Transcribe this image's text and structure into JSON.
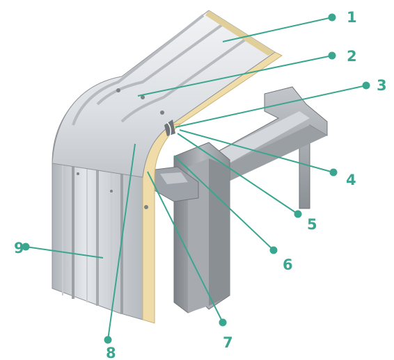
{
  "colors": {
    "accent": "#3aa68f",
    "panel_light": "#e6e8eb",
    "panel_mid": "#c9cdd2",
    "panel_dark": "#9da2a8",
    "insulation": "#f0dca8",
    "steel_light": "#b9bdc2",
    "steel_dark": "#6f7479"
  },
  "callouts": [
    {
      "label": "1"
    },
    {
      "label": "2"
    },
    {
      "label": "3"
    },
    {
      "label": "4"
    },
    {
      "label": "5"
    },
    {
      "label": "6"
    },
    {
      "label": "7"
    },
    {
      "label": "8"
    },
    {
      "label": "9"
    }
  ]
}
